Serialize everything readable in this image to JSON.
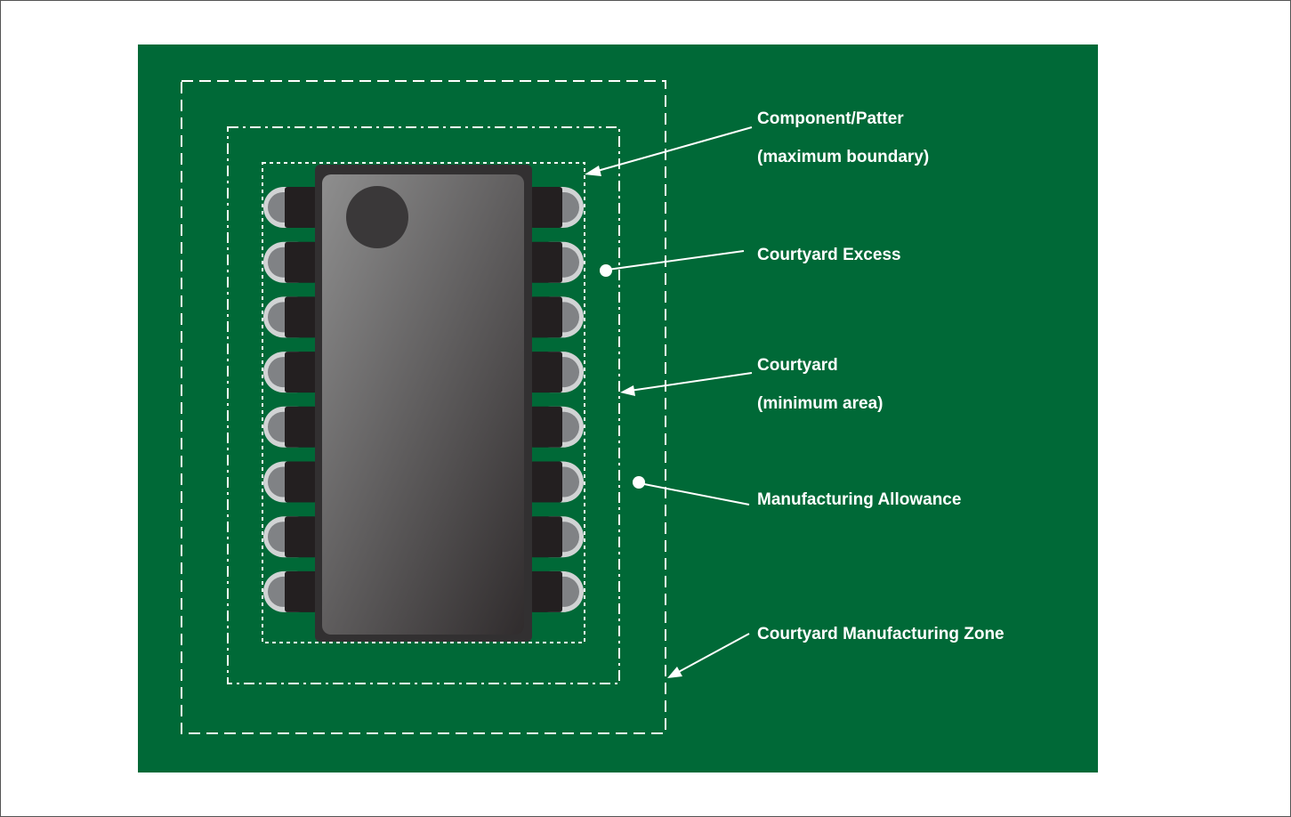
{
  "colors": {
    "board": "#006937",
    "outline": "#ffffff",
    "chip_body_dark": "#323031",
    "chip_gradient_light": "#8e8e8e",
    "chip_gradient_dark": "#302c2d",
    "pin1_marker": "#3a3839",
    "lead": "#231f20",
    "pad": "#d1d3d4",
    "pad_inner": "#808285"
  },
  "pins_per_side": 8,
  "labels": {
    "component_line1": "Component/Patter",
    "component_line2": "(maximum boundary)",
    "courtyard_excess": "Courtyard Excess",
    "courtyard_line1": "Courtyard",
    "courtyard_line2": "(minimum area)",
    "manufacturing_allowance": "Manufacturing Allowance",
    "courtyard_manufacturing_zone": "Courtyard Manufacturing Zone"
  }
}
